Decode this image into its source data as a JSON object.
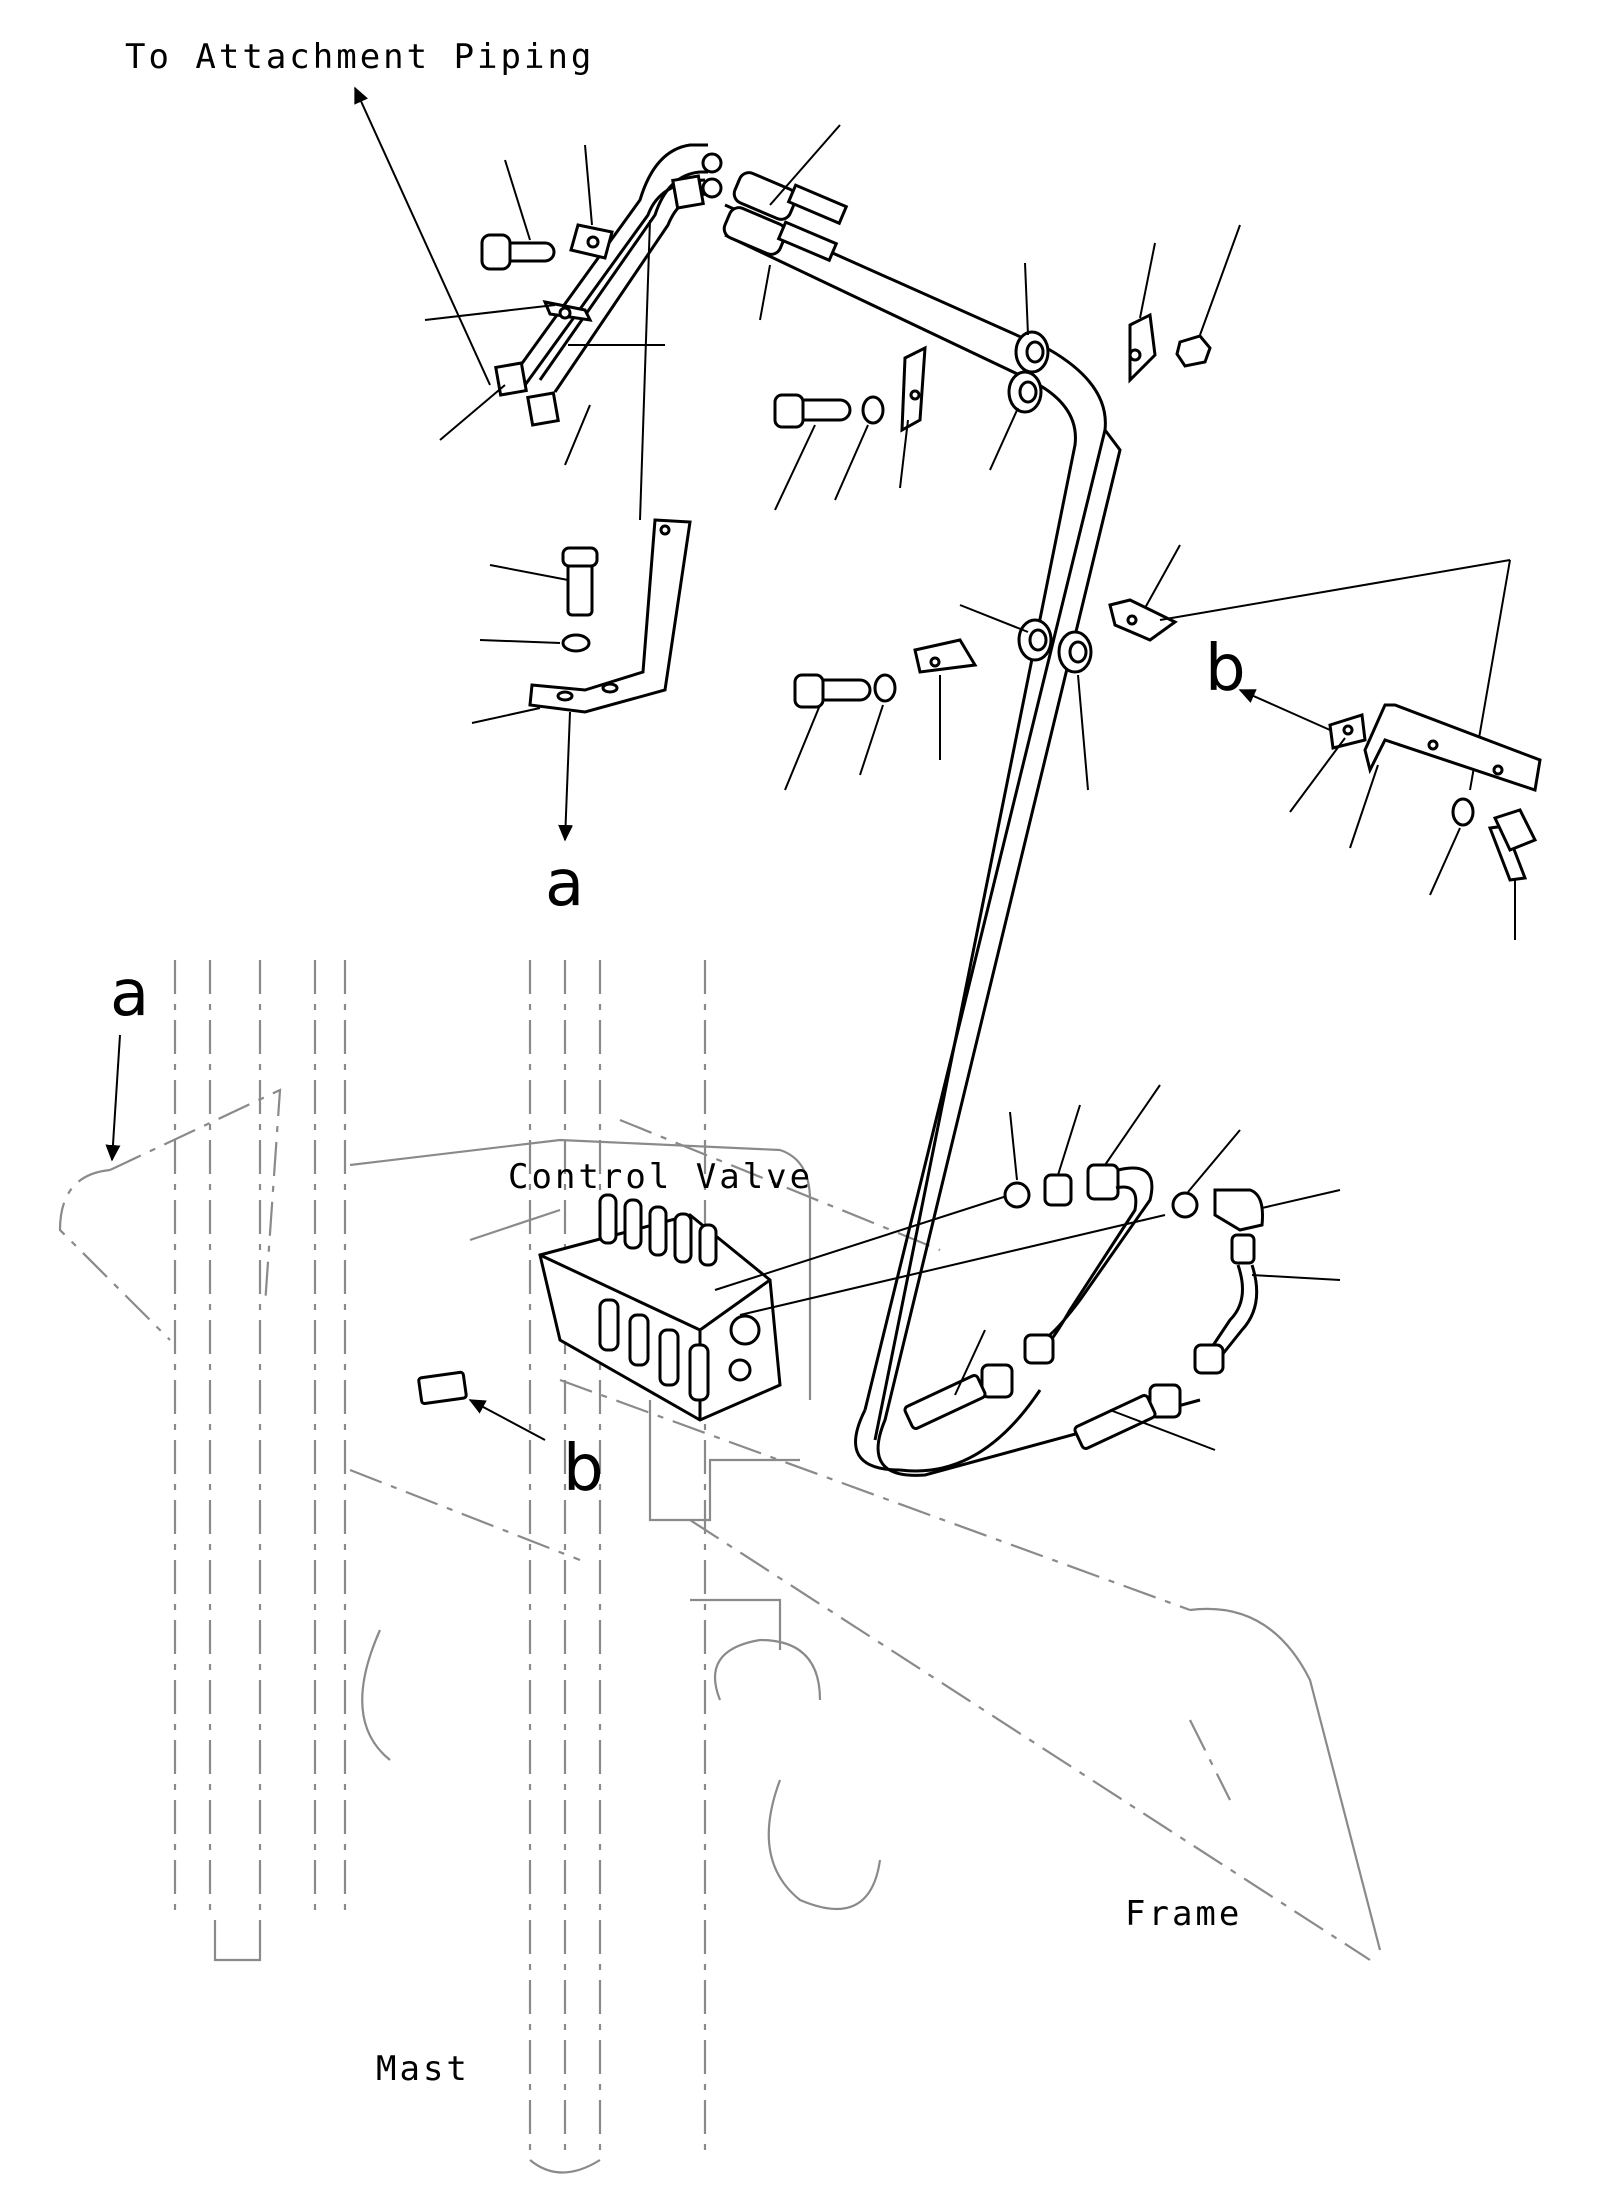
{
  "labels": {
    "to_attachment": "To Attachment Piping",
    "control_valve": "Control Valve",
    "mast": "Mast",
    "frame": "Frame",
    "ref_a_top": "a",
    "ref_a_left": "a",
    "ref_b_right": "b",
    "ref_b_center": "b"
  }
}
